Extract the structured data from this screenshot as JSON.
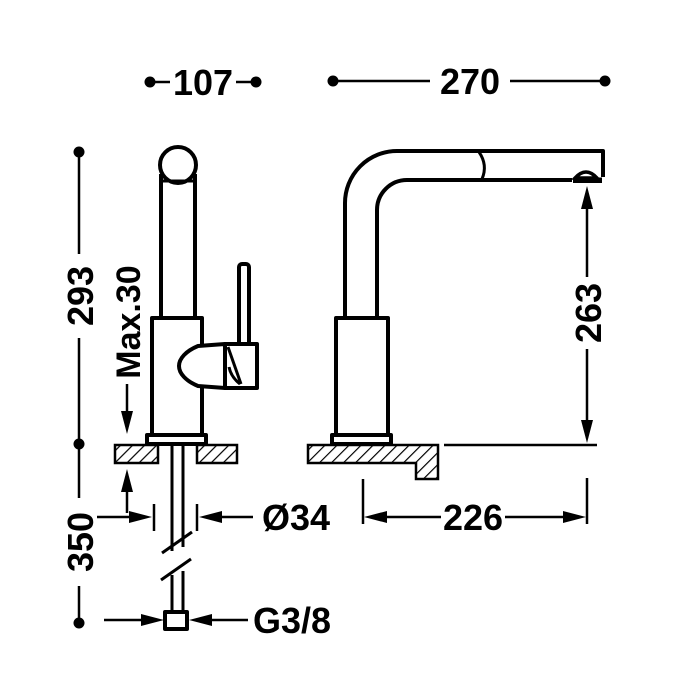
{
  "diagram": {
    "type": "technical-dimension-drawing",
    "subject": "kitchen-faucet-two-views",
    "dimensions": {
      "front_overall_width": "107",
      "side_overall_depth": "270",
      "height_above_counter": "293",
      "max_counter_thickness": "Max.30",
      "spout_outlet_height": "263",
      "supply_pipe_length": "350",
      "mounting_hole_diameter": "Ø34",
      "spout_reach": "226",
      "connection_thread": "G3/8"
    }
  },
  "colors": {
    "line": "#000000",
    "background": "#ffffff"
  }
}
